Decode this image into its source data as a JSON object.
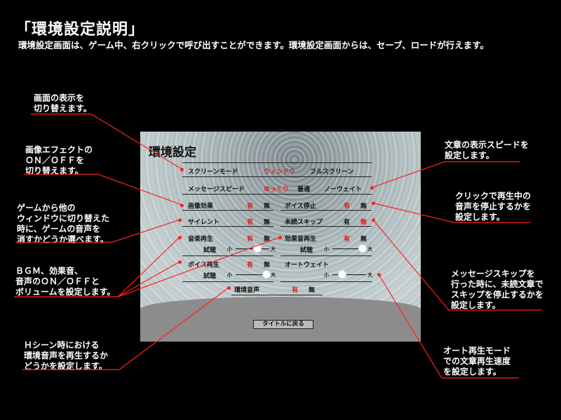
{
  "title": "「環境設定説明」",
  "subtitle": "環境設定画面は、ゲーム中、右クリックで呼び出すことができます。環境設定画面からは、セーブ、ロードが行えます。",
  "notes": {
    "screen_mode": "画面の表示を\n切り替えます。",
    "image_effect": "画像エフェクトの\nＯＮ／ＯＦＦを\n切り替えます。",
    "silent": "ゲームから他の\nウィンドウに切り替えた\n時に、ゲームの音声を\n消すかどうか選べます。",
    "bgm": "ＢＧＭ、効果音、\n音声のＯＮ／ＯＦＦと\nボリュームを設定します。",
    "h_scene": "Ｈシーン時における\n環境音声を再生するか\nどうかを設定します。",
    "text_speed": "文章の表示スピードを\n設定します。",
    "voice_stop": "クリックで再生中の\n音声を停止するかを\n設定します。",
    "skip": "メッセージスキップを\n行った時に、未読文章で\nスキップを停止するかを\n設定します。",
    "auto_wait": "オート再生モード\nでの文章再生速度\nを設定します。"
  },
  "screen": {
    "title": "環境設定",
    "screen_mode_label": "スクリーンモード",
    "window": "ウィンドウ",
    "fullscreen": "フルスクリーン",
    "msg_speed_label": "メッセージスピード",
    "slow": "ゆっくり",
    "normal": "普通",
    "no_wait": "ノーウェイト",
    "image_effect_label": "画像効果",
    "voice_stop_label": "ボイス停止",
    "silent_label": "サイレント",
    "unread_skip_label": "未読スキップ",
    "music_label": "音楽再生",
    "se_label": "効果音再生",
    "voice_play_label": "ボイス再生",
    "auto_wait_label": "オートウェイト",
    "ambient_label": "環境音声",
    "on": "有",
    "off": "無",
    "test": "試聴",
    "small": "小",
    "large": "大",
    "back_to_title": "タイトルに戻る"
  },
  "colors": {
    "accent": "#ff2020",
    "background": "#000000"
  }
}
